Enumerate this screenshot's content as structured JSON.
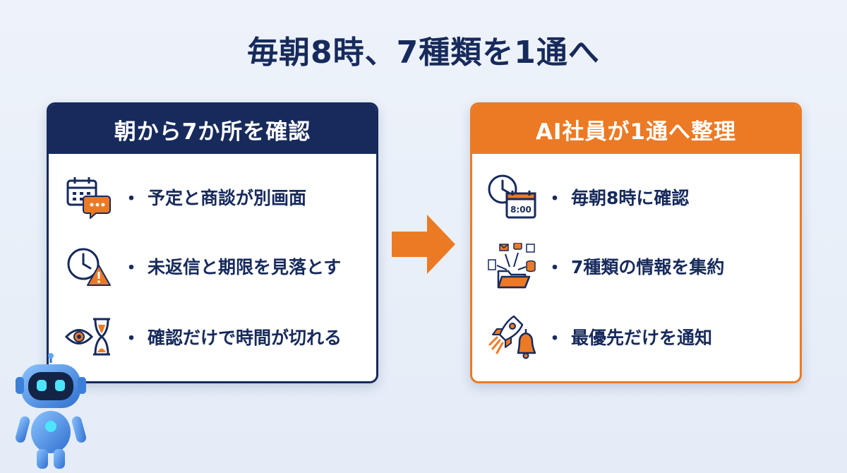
{
  "title": "毎朝8時、7種類を1通へ",
  "before": {
    "header": "朝から7か所を確認",
    "items": [
      {
        "icon": "calendar-chat-icon",
        "bullet": "・",
        "text": "予定と商談が別画面"
      },
      {
        "icon": "clock-warning-icon",
        "bullet": "・",
        "text": "未返信と期限を見落とす"
      },
      {
        "icon": "eye-hourglass-icon",
        "bullet": "・",
        "text": "確認だけで時間が切れる"
      }
    ]
  },
  "after": {
    "header": "AI社員が1通へ整理",
    "items": [
      {
        "icon": "clock-calendar-icon",
        "bullet": "・",
        "text": "毎朝8時に確認",
        "icon_text": "8:00"
      },
      {
        "icon": "files-to-folder-icon",
        "bullet": "・",
        "text": "7種類の情報を集約"
      },
      {
        "icon": "rocket-bell-icon",
        "bullet": "・",
        "text": "最優先だけを通知"
      }
    ]
  },
  "colors": {
    "navy": "#172a5c",
    "orange": "#ec7a24",
    "background": "#eef3fa",
    "robot_blue": "#4a90e2"
  },
  "decorations": {
    "arrow": "right-arrow",
    "mascot": "robot-mascot"
  }
}
